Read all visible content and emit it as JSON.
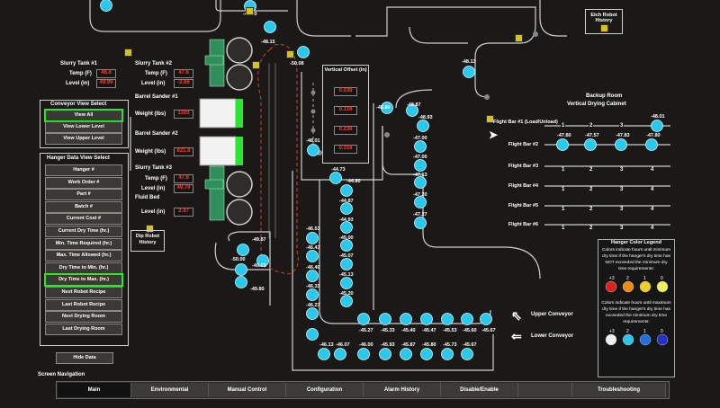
{
  "top_labels": {
    "etch_robot_history": "Etch Robot History",
    "backup_room": "Backup Room",
    "vertical_drying_cabinet": "Vertical Drying Cabinet",
    "vertical_offset": "Vertical Offset (in)",
    "dip_robot_history": "Dip Robot History",
    "screen_navigation": "Screen Navigation",
    "upper_conveyor": "Upper Conveyor",
    "lower_conveyor": "Lower Conveyor"
  },
  "slurry1": {
    "title": "Slurry Tank #1",
    "temp_label": "Temp (F)",
    "temp": "48.8",
    "level_label": "Level (in)",
    "level": "49.99"
  },
  "slurry2": {
    "title": "Slurry Tank #2",
    "temp_label": "Temp (F)",
    "temp": "47.8",
    "level_label": "Level (in)",
    "level": "-2.66"
  },
  "slurry3": {
    "title": "Slurry Tank #3",
    "temp_label": "Temp (F)",
    "temp": "47.8",
    "level_label": "Level (in)",
    "level": "49.79"
  },
  "barrel1": {
    "title": "Barrel Sander #1",
    "weight_label": "Weight (lbs)",
    "weight": "1103"
  },
  "barrel2": {
    "title": "Barrel Sander #2",
    "weight_label": "Weight (lbs)",
    "weight": "821.8"
  },
  "fluid_bed": {
    "title": "Fluid Bed",
    "level_label": "Level (in)",
    "level": "2.47"
  },
  "vertical_offsets": [
    "0.039",
    "0.116",
    "0.236",
    "0.316"
  ],
  "conveyor_view": {
    "title": "Conveyor View Select",
    "buttons": [
      "View All",
      "View Lower Level",
      "View Upper Level"
    ],
    "active": 0
  },
  "hanger_view": {
    "title": "Hanger Data View Select",
    "buttons": [
      "Hanger #",
      "Work Order #",
      "Part #",
      "Batch #",
      "Current Cost #",
      "Current Dry Time (hr.)",
      "Min. Time Required (hr.)",
      "Max. Time Allowed (hr.)",
      "Dry Time to Min. (hr.)",
      "Dry Time to Max. (hr.)",
      "Next Robot Recipe",
      "Last Robot Recipe",
      "Next Drying Room",
      "Last Drying Room"
    ],
    "active": 9,
    "hide_button": "Hide Data"
  },
  "flight_bars": {
    "labels": [
      "Flight Bar #1 (Load/Unload)",
      "Flight Bar #2",
      "Flight Bar #3",
      "Flight Bar #4",
      "Flight Bar #5",
      "Flight Bar #6"
    ],
    "positions": [
      "1",
      "2",
      "3",
      "4"
    ],
    "fb1_values": [
      "-48.01"
    ],
    "fb2_values": [
      "-47.80",
      "-47.57",
      "-47.83",
      "-47.80"
    ]
  },
  "hanger_values": {
    "top": [
      "-48.20",
      "-48.15",
      "-50.08",
      "-48.13"
    ],
    "left_column": [
      "-48.80",
      "-48.87",
      "-48.93",
      "-47.00",
      "-47.00",
      "-47.13",
      "-47.20",
      "-47.27"
    ],
    "mid_column": [
      "-44.73",
      "-44.80",
      "-44.87",
      "-44.93",
      "-45.00",
      "-45.07",
      "-45.13",
      "-45.20"
    ],
    "snake_column": [
      "-46.53",
      "-46.47",
      "-46.40",
      "-46.33",
      "-46.27",
      "-46.20"
    ],
    "bottom_row_upper": [
      "-45.27",
      "-45.33",
      "-45.40",
      "-45.47",
      "-45.53",
      "-45.60",
      "-45.67"
    ],
    "bottom_row_lower": [
      "-46.13",
      "-46.07",
      "-46.00",
      "-45.93",
      "-45.87",
      "-45.80",
      "-45.73",
      "-45.67"
    ],
    "dip_area": [
      "-49.87",
      "-50.00",
      "-49.73",
      "-49.80"
    ],
    "left_column_first": "-48.01"
  },
  "legend": {
    "title": "Hanger Color Legend",
    "para1": "Colors indicate hours until minimum dry time if the hanger's dry time has NOT exceeded the minimum dry time requirements:",
    "row1": [
      "+3",
      "2",
      "1",
      "0"
    ],
    "row1_colors": [
      "#e02020",
      "#ee8a10",
      "#f0d020",
      "#f0f060"
    ],
    "para2": "Colors indicate hours until maximum dry time if the hanger's dry time has exceeded the minimum dry time requirements:",
    "row2": [
      "+3",
      "2",
      "1",
      "0"
    ],
    "row2_colors": [
      "#f0f0f0",
      "#2cc4e8",
      "#1e6fe0",
      "#2430c8"
    ]
  },
  "tabs": [
    "Main",
    "Environmental",
    "Manual Control",
    "Configuration",
    "Alarm History",
    "Disable/Enable",
    "",
    "Troubleshooting"
  ],
  "tab_selected": 0,
  "colors": {
    "hanger": "#29c9ee",
    "bg": "#1a1917",
    "track": "#cfcfcf",
    "dashed": "#e03a2a",
    "tank_green": "#3aa36b",
    "value_red": "#ff3b2a",
    "active_green": "#2ee52e"
  }
}
